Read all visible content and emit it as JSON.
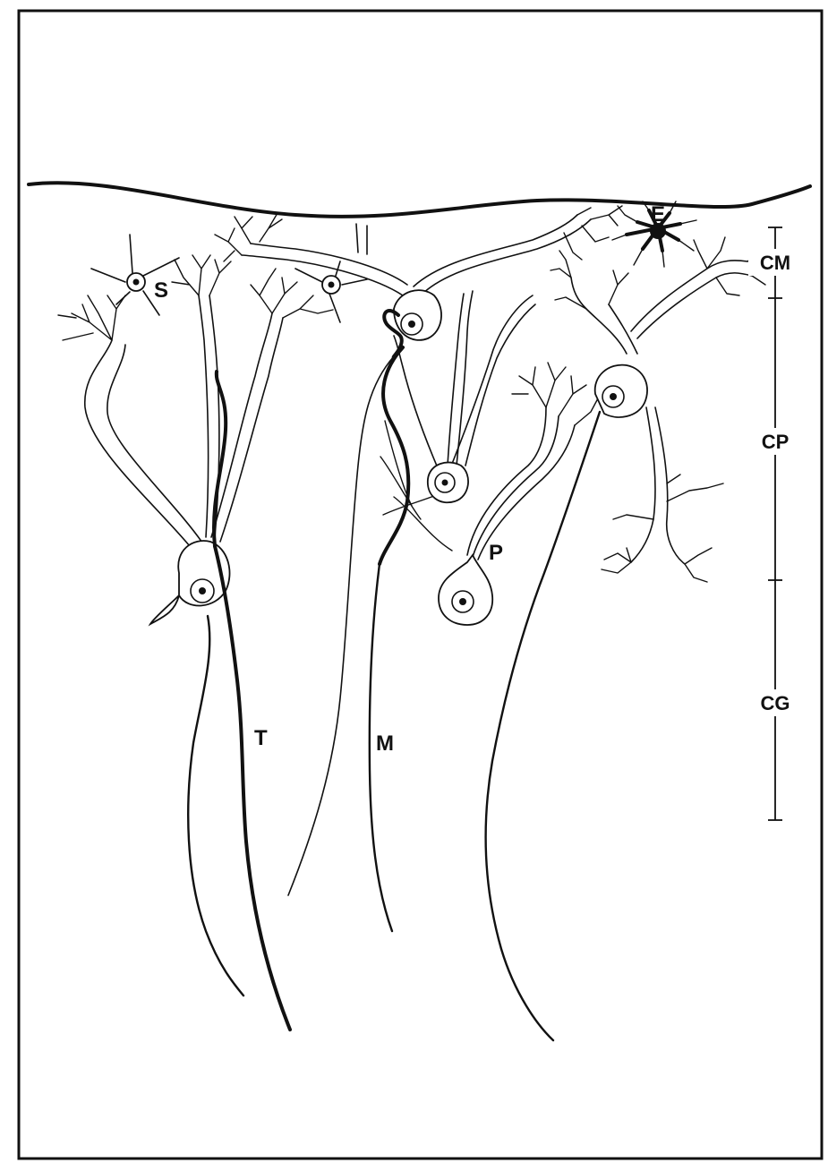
{
  "figure": {
    "cell_labels": {
      "S": "S",
      "E": "E",
      "P": "P",
      "T": "T",
      "M": "M"
    },
    "layers": [
      {
        "label": "CM"
      },
      {
        "label": "CP"
      },
      {
        "label": "CG"
      }
    ]
  }
}
